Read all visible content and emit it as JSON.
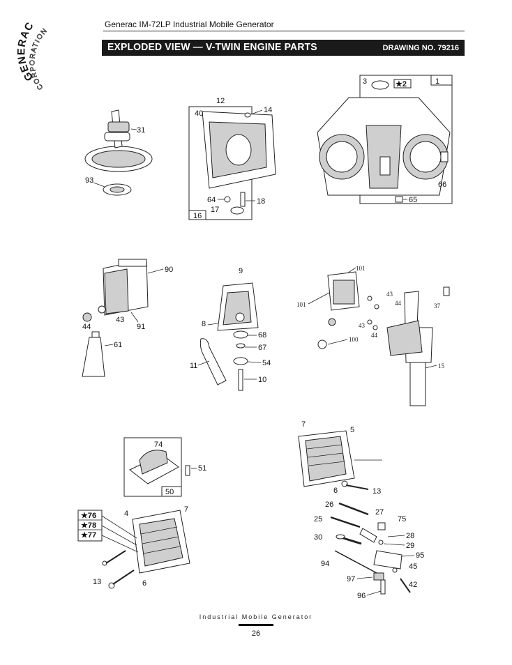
{
  "logo": {
    "brand": "GENERAC",
    "sub": "CORPORATION"
  },
  "header": {
    "title": "Generac IM-72LP Industrial Mobile Generator"
  },
  "banner": {
    "title": "EXPLODED VIEW — V-TWIN ENGINE PARTS",
    "drawing": "DRAWING NO. 79216"
  },
  "parts": {
    "p1": "1",
    "p2": "★2",
    "p3": "3",
    "p12": "12",
    "p14": "14",
    "p40": "40",
    "p31": "31",
    "p93": "93",
    "p64": "64",
    "p18": "18",
    "p17": "17",
    "p16": "16",
    "p65": "65",
    "p66": "66",
    "p90": "90",
    "p43a": "43",
    "p44a": "44",
    "p91": "91",
    "p61": "61",
    "p9": "9",
    "p8": "8",
    "p68": "68",
    "p67": "67",
    "p54": "54",
    "p11": "11",
    "p10": "10",
    "p101a": "101",
    "p101b": "101",
    "p43b": "43",
    "p44b": "44",
    "p43c": "43",
    "p44c": "44",
    "p100": "100",
    "p37": "37",
    "p15": "15",
    "p7a": "7",
    "p5": "5",
    "p6a": "6",
    "p13a": "13",
    "p26": "26",
    "p27": "27",
    "p25": "25",
    "p75": "75",
    "p30": "30",
    "p28": "28",
    "p29": "29",
    "p94": "94",
    "p95": "95",
    "p45": "45",
    "p97": "97",
    "p42": "42",
    "p96": "96",
    "p74": "74",
    "p51": "51",
    "p50": "50",
    "p76": "★76",
    "p78": "★78",
    "p77": "★77",
    "p4": "4",
    "p7b": "7",
    "p13b": "13",
    "p6b": "6"
  },
  "footer": {
    "text": "Industrial Mobile Generator",
    "page": "26"
  }
}
